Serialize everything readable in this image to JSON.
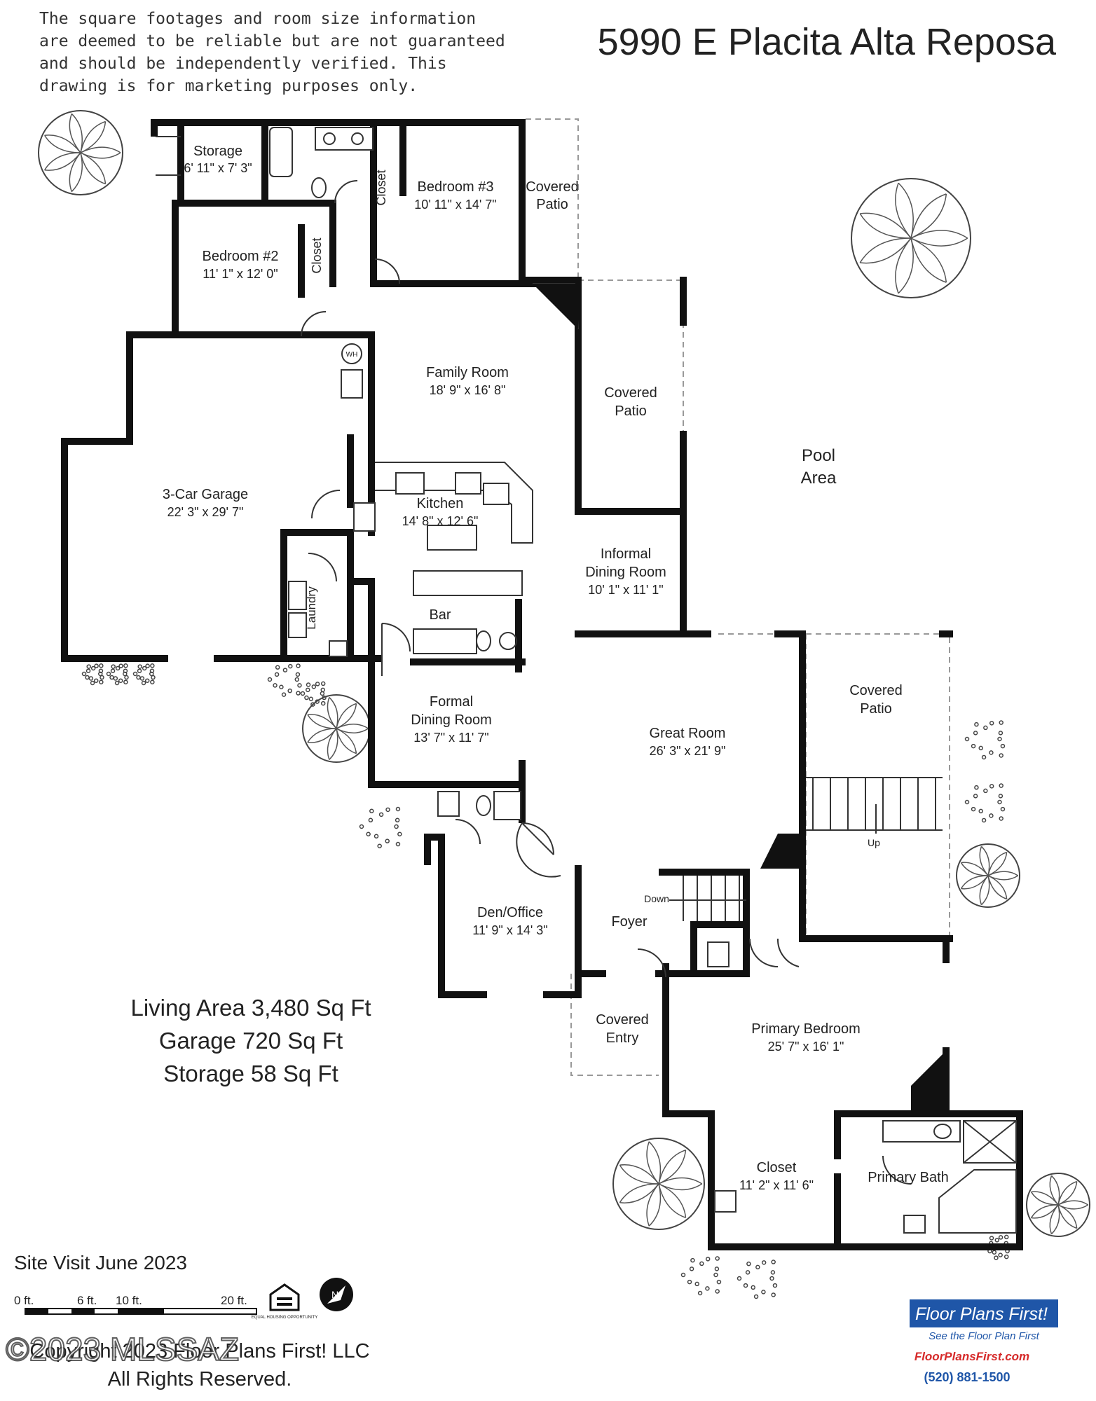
{
  "disclaimer": [
    "The square footages and room size information",
    "are deemed to be reliable but are not guaranteed",
    "and should be independently verified. This",
    "drawing is for marketing purposes only."
  ],
  "address": "5990 E Placita Alta Reposa",
  "rooms": {
    "storage": {
      "name": "Storage",
      "size": "6' 11\" x 7' 3\""
    },
    "bedroom3": {
      "name": "Bedroom #3",
      "size": "10' 11\" x 14' 7\""
    },
    "covered_patio_top": {
      "line1": "Covered",
      "line2": "Patio"
    },
    "closet_b3": "Closet",
    "bedroom2": {
      "name": "Bedroom #2",
      "size": "11' 1\" x 12' 0\""
    },
    "closet_b2": "Closet",
    "family_room": {
      "name": "Family Room",
      "size": "18' 9\" x 16' 8\""
    },
    "covered_patio_mid": {
      "line1": "Covered",
      "line2": "Patio"
    },
    "pool_area": {
      "line1": "Pool",
      "line2": "Area"
    },
    "garage": {
      "name": "3-Car Garage",
      "size": "22' 3\" x 29' 7\""
    },
    "kitchen": {
      "name": "Kitchen",
      "size": "14' 8\" x 12' 6\""
    },
    "informal_dining": {
      "line1": "Informal",
      "line2": "Dining Room",
      "size": "10' 1\" x 11' 1\""
    },
    "laundry": "Laundry",
    "bar": "Bar",
    "formal_dining": {
      "line1": "Formal",
      "line2": "Dining Room",
      "size": "13' 7\" x 11' 7\""
    },
    "great_room": {
      "name": "Great Room",
      "size": "26' 3\" x 21' 9\""
    },
    "covered_patio_right": {
      "line1": "Covered",
      "line2": "Patio"
    },
    "up": "Up",
    "down": "Down",
    "den": {
      "name": "Den/Office",
      "size": "11' 9\" x 14' 3\""
    },
    "foyer": "Foyer",
    "covered_entry": {
      "line1": "Covered",
      "line2": "Entry"
    },
    "primary_bedroom": {
      "name": "Primary Bedroom",
      "size": "25' 7\" x 16' 1\""
    },
    "closet_primary": {
      "name": "Closet",
      "size": "11' 2\" x 11' 6\""
    },
    "primary_bath": "Primary Bath",
    "wh": "WH"
  },
  "areas": [
    "Living Area 3,480 Sq Ft",
    "Garage 720 Sq Ft",
    "Storage 58 Sq Ft"
  ],
  "site_visit": "Site Visit June 2023",
  "scale": {
    "l0": "0 ft.",
    "l6": "6 ft.",
    "l10": "10 ft.",
    "l20": "20 ft."
  },
  "eho_label": "EQUAL HOUSING OPPORTUNITY",
  "compass": "N",
  "copyright": [
    "Copyright 2023 Floor Plans First! LLC",
    "All Rights Reserved."
  ],
  "watermark": "©2023 MLSSAZ",
  "logo": {
    "brand": "Floor Plans First!",
    "tagline": "See the Floor Plan First",
    "website": "FloorPlansFirst.com",
    "phone": "(520) 881-1500",
    "brand_color": "#1f56a8",
    "accent_color": "#d62a2a"
  }
}
